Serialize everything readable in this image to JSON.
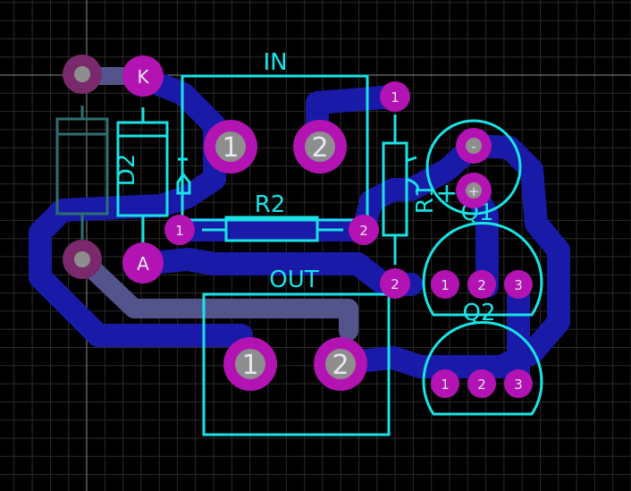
{
  "colors": {
    "background": "#000000",
    "grid": "#2b2b2b",
    "crosshair": "#8a8a8a",
    "track_top": "#1a1aa8",
    "track_bottom": "#54548c",
    "silkscreen": "#19e3e6",
    "silk_dim": "#2f6f72",
    "pad": "#b213b2",
    "pad_dim": "#7a2a6c",
    "drill": "#8e8e8e",
    "pad_label": "#e8e8f0"
  },
  "labels": {
    "in": "IN",
    "out": "OUT",
    "r2": "R2",
    "r1": "R1",
    "d2": "D2",
    "q1": "Q1",
    "q2": "Q2",
    "k": "K",
    "a": "A",
    "cap_plus_mark": "+"
  },
  "pads": {
    "in_1": "1",
    "in_2": "2",
    "out_1": "1",
    "out_2": "2",
    "r2_1": "1",
    "r2_2": "2",
    "r1_1": "1",
    "r1_2": "2",
    "cap_neg": "-",
    "cap_pos": "+",
    "q1_1": "1",
    "q1_2": "2",
    "q1_3": "3",
    "q2_1": "1",
    "q2_2": "2",
    "q2_3": "3"
  }
}
